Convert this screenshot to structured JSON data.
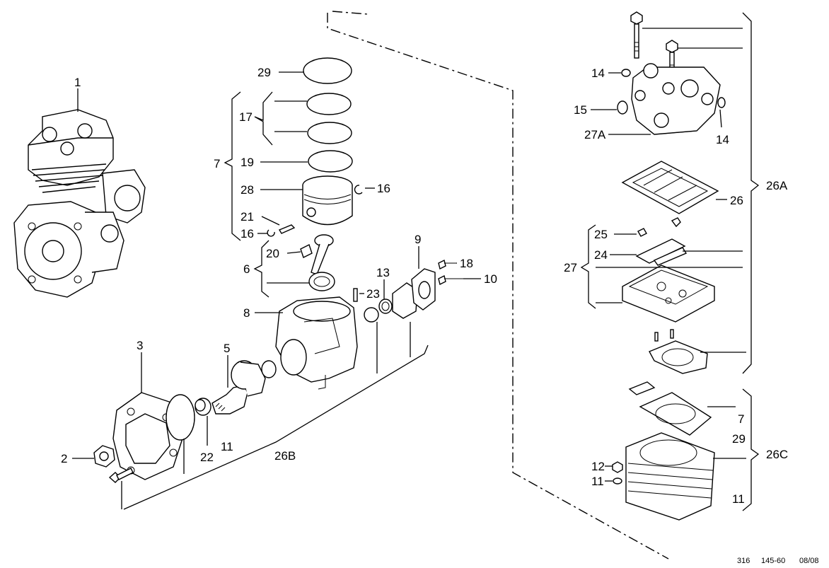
{
  "labels": {
    "l1": "1",
    "l2": "2",
    "l3": "3",
    "l5": "5",
    "l6": "6",
    "l7": "7",
    "l8": "8",
    "l9": "9",
    "l10": "10",
    "l11a": "11",
    "l11b": "11",
    "l11c": "11",
    "l12": "12",
    "l13": "13",
    "l14a": "14",
    "l14b": "14",
    "l15": "15",
    "l16a": "16",
    "l16b": "16",
    "l17": "17",
    "l18": "18",
    "l19": "19",
    "l20": "20",
    "l21": "21",
    "l22": "22",
    "l23": "23",
    "l24": "24",
    "l25": "25",
    "l26": "26",
    "l26a": "26A",
    "l26b": "26B",
    "l26c": "26C",
    "l27": "27",
    "l27a": "27A",
    "l28": "28",
    "l29a": "29",
    "l29b": "29",
    "l7b": "7"
  },
  "footer": {
    "code1": "316",
    "code2": "145-60",
    "code3": "08/08"
  }
}
